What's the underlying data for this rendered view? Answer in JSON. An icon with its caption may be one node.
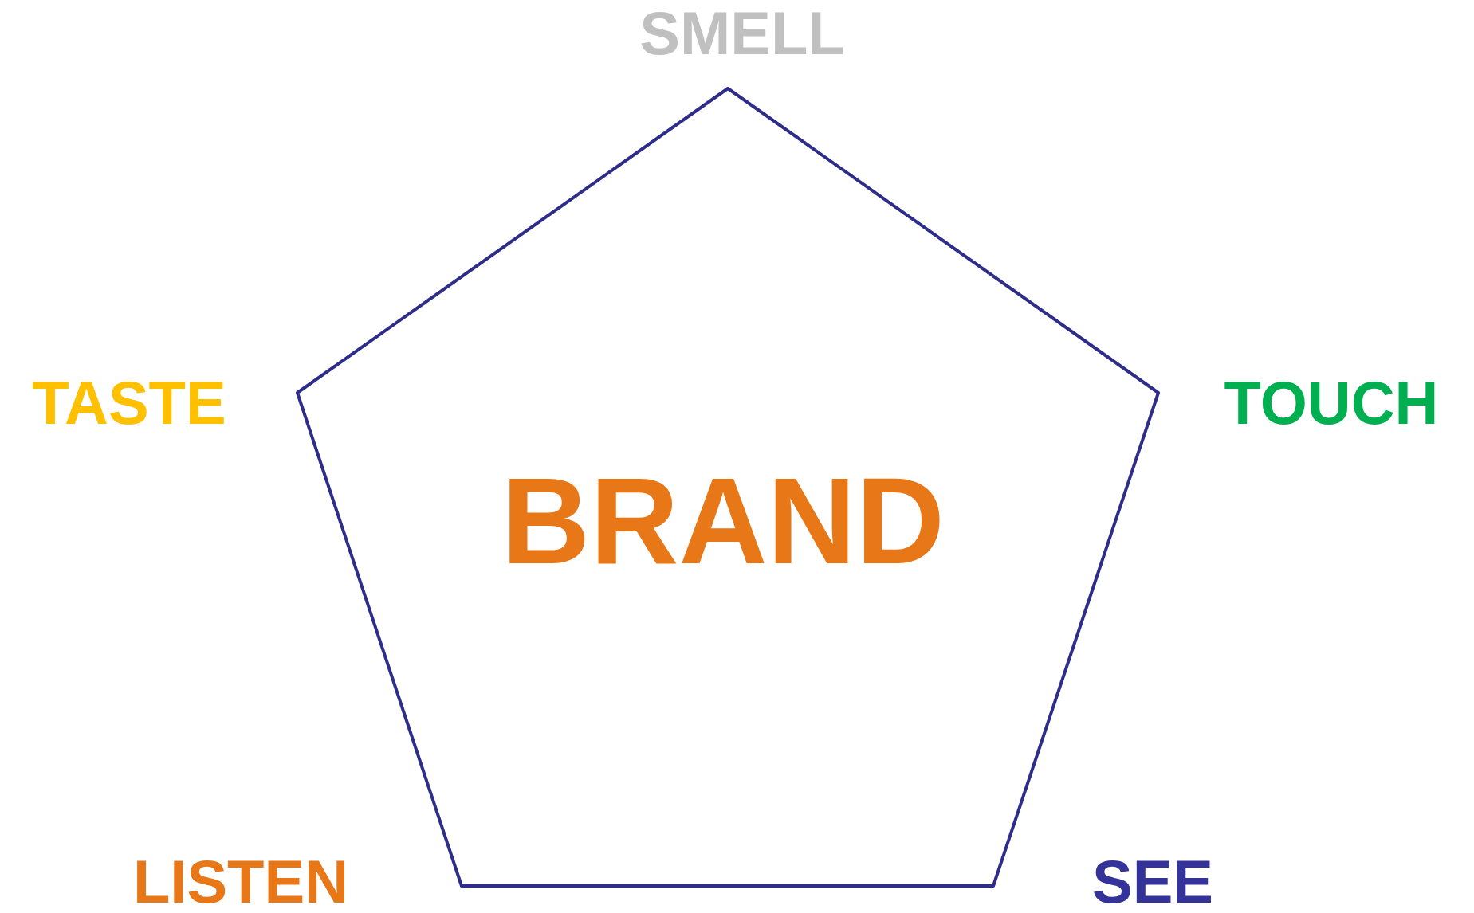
{
  "diagram": {
    "nodes": [
      {
        "text": [
          "BRAND"
        ]
      }
    ],
    "edges": [],
    "labels": [
      "SMELL",
      "TASTE",
      "TOUCH",
      "LISTEN",
      "SEE"
    ]
  }
}
